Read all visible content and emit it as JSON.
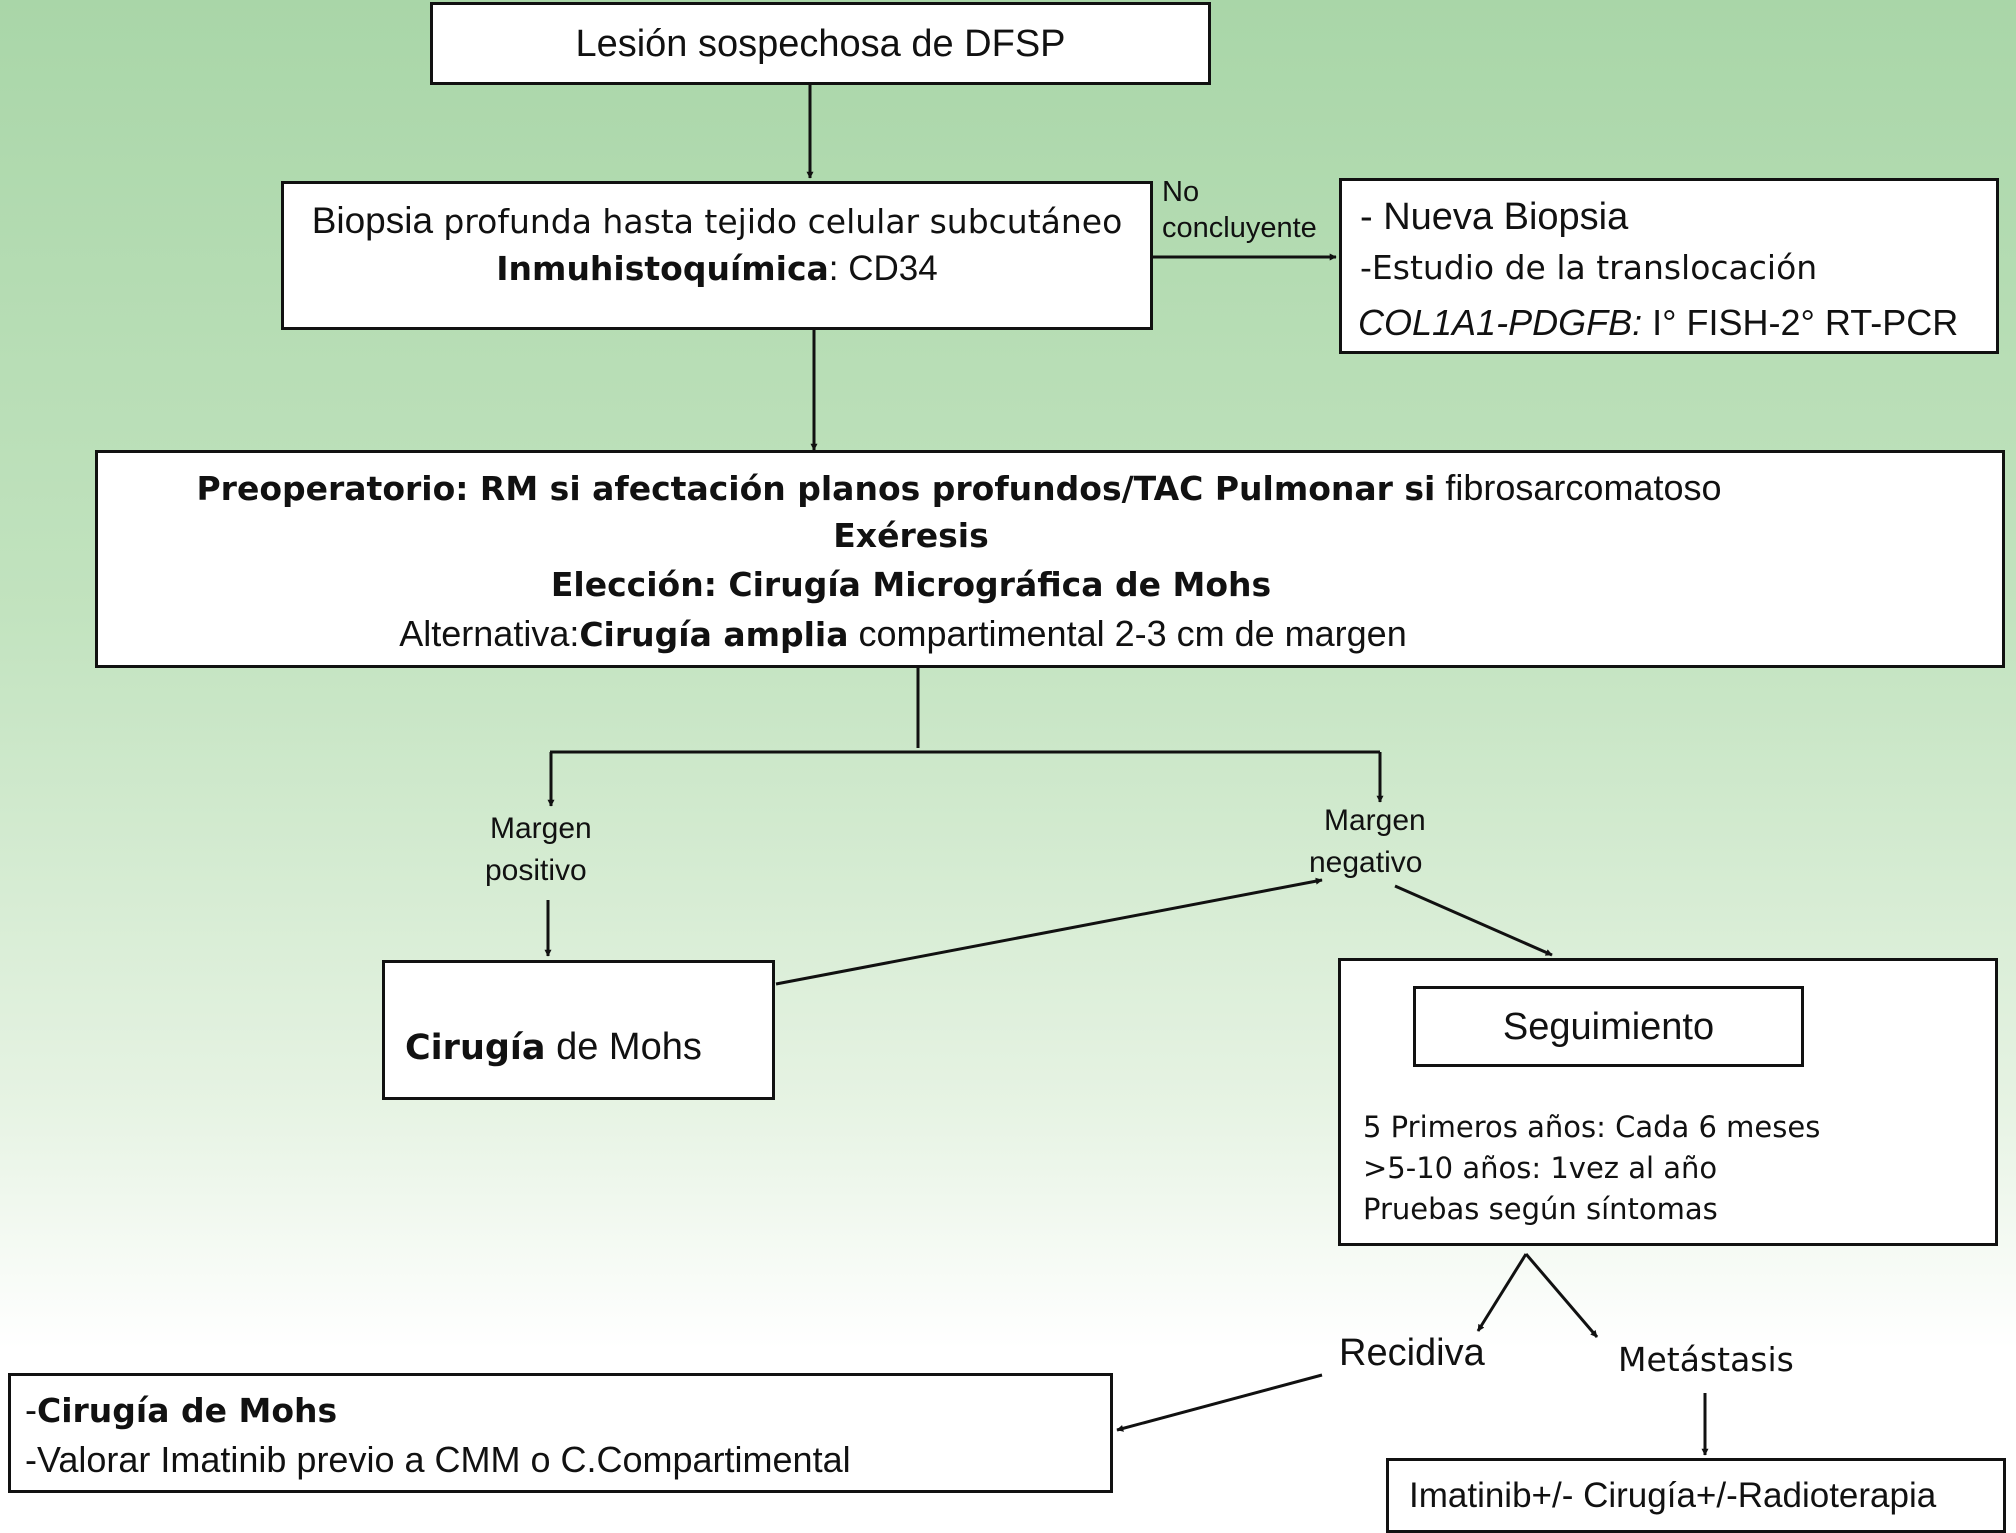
{
  "start_box": {
    "text": "Lesión sospechosa de DFSP"
  },
  "biopsy_box": {
    "line1_a": "Biopsia ",
    "line1_b": "profunda hasta tejido celular subcutáneo",
    "line2_bold": "Inmuhistoquímica",
    "line2_rest": ": CD34"
  },
  "inconclusive_label": {
    "line1": "No",
    "line2": "concluyente"
  },
  "new_biopsy_box": {
    "line1": "- Nueva Biopsia",
    "line2": "-Estudio de la translocación",
    "line3_italic": "COL1A1-PDGFB:",
    "line3_rest": " I° FISH-2° RT-PCR"
  },
  "surgery_box": {
    "line1_bold": "Preoperatorio: RM si afectación planos profundos/TAC Pulmonar si",
    "line1_rest": " fibrosarcomatoso",
    "line2": "Exéresis",
    "line3": "Elección: Cirugía Micrográfica de Mohs",
    "line4_a": "Alternativa:",
    "line4_bold": "Cirugía amplia",
    "line4_rest": " compartimental 2-3 cm de margen"
  },
  "margin_positive_label": {
    "line1": "Margen",
    "line2": "positivo"
  },
  "margin_negative_label": {
    "line1": "Margen",
    "line2": "negativo"
  },
  "mohs_box": {
    "bold": "Cirugía",
    "rest": " de Mohs"
  },
  "followup_box": {
    "title": "Seguimiento",
    "line1": "5 Primeros años: Cada  6 meses",
    "line2": ">5-10  años: 1vez al año",
    "line3": "Pruebas según síntomas"
  },
  "recurrence_label": "Recidiva",
  "metastasis_label": "Metástasis",
  "recurrence_box": {
    "line1_a": "-",
    "line1_bold": "Cirugía de Mohs",
    "line2": "-Valorar Imatinib previo a CMM o C.Compartimental"
  },
  "metastasis_box": {
    "text": "Imatinib+/- Cirugía+/-Radioterapia"
  },
  "colors": {
    "line": "#111111",
    "box_fill": "#ffffff",
    "bg_top": "#a9d6a8",
    "bg_bottom": "#ffffff"
  }
}
